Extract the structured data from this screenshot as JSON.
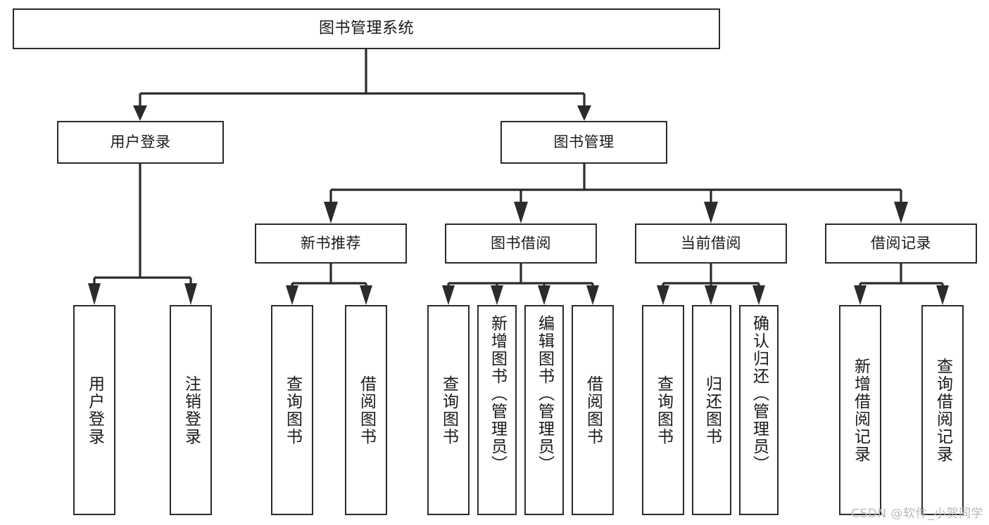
{
  "diagram": {
    "title": "图书管理系统",
    "watermark": "CSDN @软件_小贺同学",
    "colors": {
      "background": "#ffffff",
      "node_border": "#2b2b2b",
      "node_fill": "#ffffff",
      "edge": "#2b2b2b",
      "text": "#1a1a1a",
      "watermark": "#b9b9b9"
    },
    "root": {
      "label": "图书管理系统"
    },
    "level2": [
      {
        "label": "用户登录"
      },
      {
        "label": "图书管理"
      }
    ],
    "level3": [
      {
        "label": "新书推荐"
      },
      {
        "label": "图书借阅"
      },
      {
        "label": "当前借阅"
      },
      {
        "label": "借阅记录"
      }
    ],
    "leaves": {
      "user_login": [
        {
          "label": "用户登录"
        },
        {
          "label": "注销登录"
        }
      ],
      "new_book_recommend": [
        {
          "label": "查询图书"
        },
        {
          "label": "借阅图书"
        }
      ],
      "book_borrow": [
        {
          "label": "查询图书"
        },
        {
          "label": "新增图书（管理员）"
        },
        {
          "label": "编辑图书（管理员）"
        },
        {
          "label": "借阅图书"
        }
      ],
      "current_borrow": [
        {
          "label": "查询图书"
        },
        {
          "label": "归还图书"
        },
        {
          "label": "确认归还（管理员）"
        }
      ],
      "borrow_record": [
        {
          "label": "新增借阅记录"
        },
        {
          "label": "查询借阅记录"
        }
      ]
    }
  }
}
